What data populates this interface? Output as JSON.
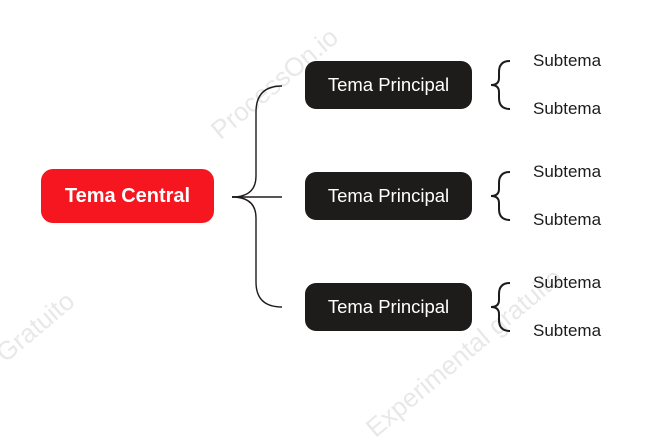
{
  "watermark": {
    "text_1": "ProcessOn.io",
    "text_2": "Gratuito",
    "text_3": "Experimental gratuito"
  },
  "central": {
    "label": "Tema Central"
  },
  "branches": [
    {
      "label": "Tema Principal",
      "subtopics": [
        "Subtema",
        "Subtema"
      ]
    },
    {
      "label": "Tema Principal",
      "subtopics": [
        "Subtema",
        "Subtema"
      ]
    },
    {
      "label": "Tema Principal",
      "subtopics": [
        "Subtema",
        "Subtema"
      ]
    }
  ],
  "colors": {
    "central_fill": "#f5161f",
    "principal_fill": "#1e1b1b",
    "connector": "#1e1b1b",
    "watermark": "#d6d6d6"
  }
}
